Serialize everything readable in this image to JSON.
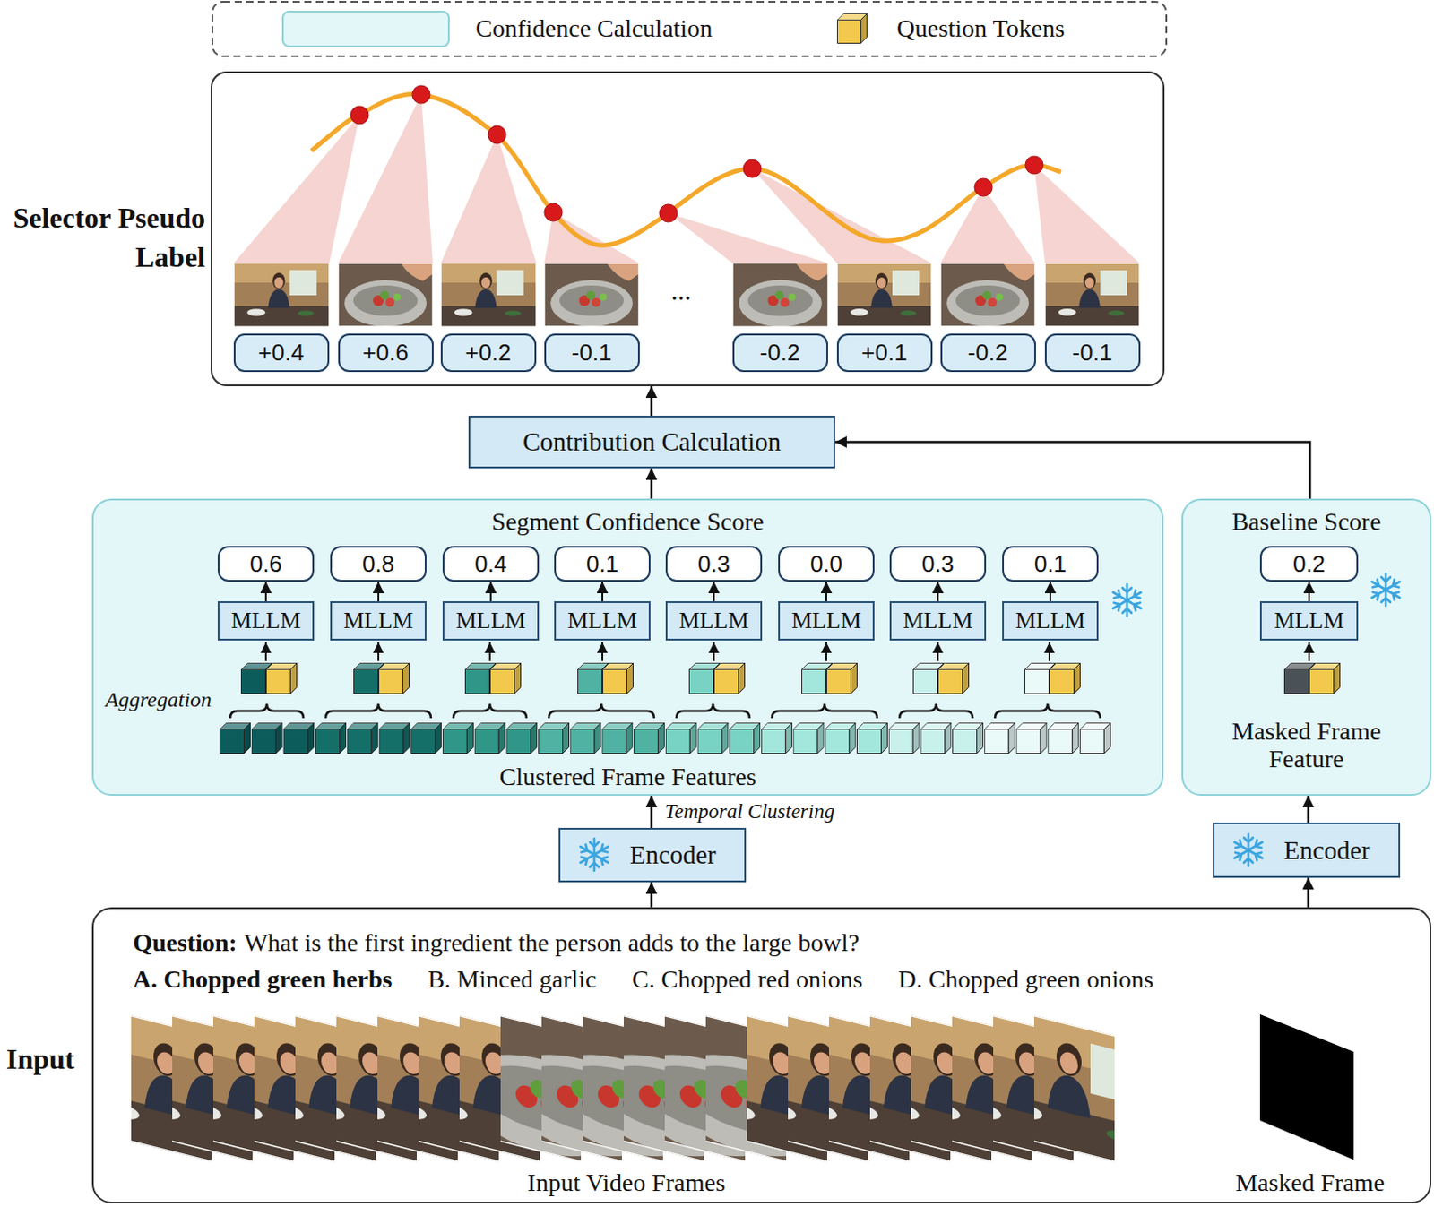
{
  "diagram": {
    "nodes": [
      {
        "text": [
          "Selector Pseudo Label"
        ]
      },
      {
        "text": [
          "+0.4"
        ],
        "in": 0
      },
      {
        "text": [
          "+0.6"
        ],
        "in": 0
      },
      {
        "text": [
          "+0.2"
        ],
        "in": 0
      },
      {
        "text": [
          "-0.1"
        ],
        "in": 0
      },
      {
        "text": [
          "-0.2"
        ],
        "in": 0
      },
      {
        "text": [
          "+0.1"
        ],
        "in": 0
      },
      {
        "text": [
          "-0.2"
        ],
        "in": 0
      },
      {
        "text": [
          "-0.1"
        ],
        "in": 0
      },
      {
        "text": [
          "Contribution Calculation"
        ]
      },
      {
        "text": [
          "Segment Confidence Score",
          "Clustered Frame Features"
        ]
      },
      {
        "text": [
          "0.6"
        ],
        "in": 10
      },
      {
        "text": [
          "0.8"
        ],
        "in": 10
      },
      {
        "text": [
          "0.4"
        ],
        "in": 10
      },
      {
        "text": [
          "0.1"
        ],
        "in": 10
      },
      {
        "text": [
          "0.3"
        ],
        "in": 10
      },
      {
        "text": [
          "0.0"
        ],
        "in": 10
      },
      {
        "text": [
          "0.3"
        ],
        "in": 10
      },
      {
        "text": [
          "0.1"
        ],
        "in": 10
      },
      {
        "text": [
          "MLLM"
        ],
        "in": 10
      },
      {
        "text": [
          "MLLM"
        ],
        "in": 10
      },
      {
        "text": [
          "MLLM"
        ],
        "in": 10
      },
      {
        "text": [
          "MLLM"
        ],
        "in": 10
      },
      {
        "text": [
          "MLLM"
        ],
        "in": 10
      },
      {
        "text": [
          "MLLM"
        ],
        "in": 10
      },
      {
        "text": [
          "MLLM"
        ],
        "in": 10
      },
      {
        "text": [
          "MLLM"
        ],
        "in": 10
      },
      {
        "text": [
          "Baseline Score",
          "Masked Frame Feature"
        ]
      },
      {
        "text": [
          "0.2"
        ],
        "in": 27
      },
      {
        "text": [
          "MLLM"
        ],
        "in": 27
      },
      {
        "text": [
          "Encoder"
        ]
      },
      {
        "text": [
          "Encoder"
        ]
      },
      {
        "text": [
          "Input",
          "Question:",
          "What is the first ingredient the person adds to the large bowl?",
          "A. Chopped green herbs",
          "B. Minced garlic",
          "C. Chopped red onions",
          "D. Chopped green onions",
          "Input Video Frames",
          "Masked Frame"
        ]
      }
    ],
    "edges": [
      {
        "from": 32,
        "to": 30,
        "arrow": "to"
      },
      {
        "from": 30,
        "to": 10,
        "arrow": "to",
        "label": "Temporal Clustering"
      },
      {
        "from": 32,
        "to": 31,
        "arrow": "to"
      },
      {
        "from": 31,
        "to": 27,
        "arrow": "to"
      },
      {
        "from": 10,
        "to": 9,
        "arrow": "to"
      },
      {
        "from": 27,
        "to": 9,
        "arrow": "to"
      },
      {
        "from": 9,
        "to": 0,
        "arrow": "to"
      },
      {
        "from": 19,
        "to": 11,
        "arrow": "to"
      },
      {
        "from": 20,
        "to": 12,
        "arrow": "to"
      },
      {
        "from": 21,
        "to": 13,
        "arrow": "to"
      },
      {
        "from": 22,
        "to": 14,
        "arrow": "to"
      },
      {
        "from": 23,
        "to": 15,
        "arrow": "to"
      },
      {
        "from": 24,
        "to": 16,
        "arrow": "to"
      },
      {
        "from": 25,
        "to": 17,
        "arrow": "to"
      },
      {
        "from": 26,
        "to": 18,
        "arrow": "to"
      },
      {
        "from": 29,
        "to": 28,
        "arrow": "to"
      }
    ],
    "labels": [
      "Aggregation",
      "..."
    ],
    "legend": [
      {
        "text": "Confidence Calculation",
        "color": "#e3f6f8"
      },
      {
        "text": "Question Tokens"
      }
    ]
  }
}
